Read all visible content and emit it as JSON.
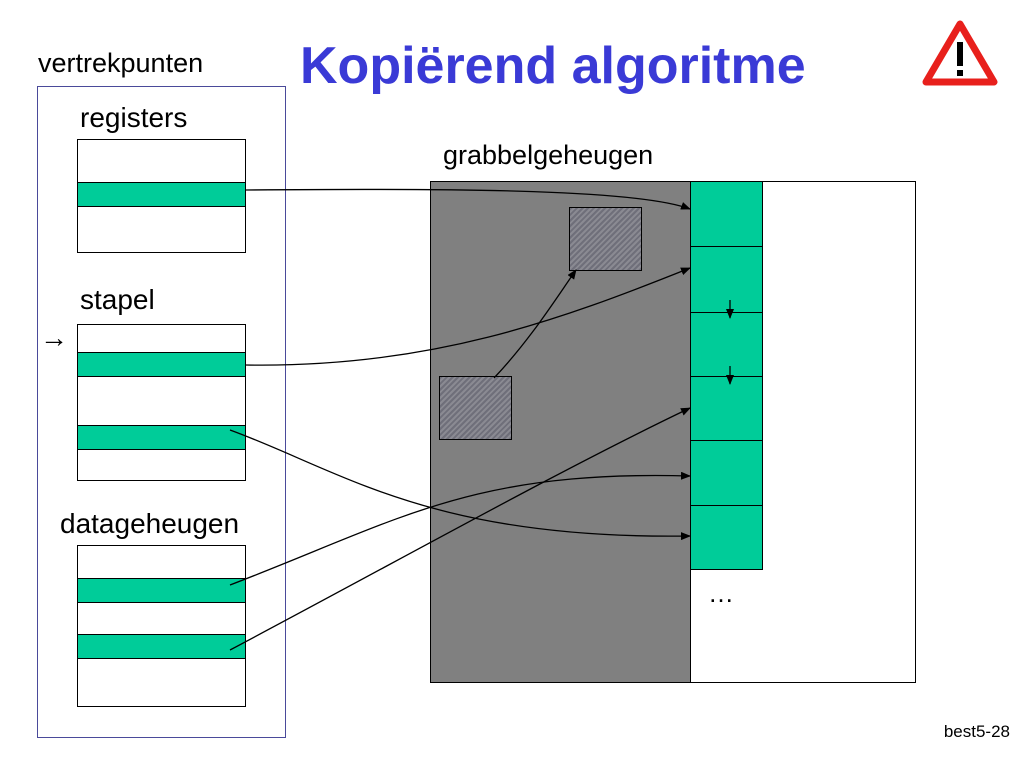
{
  "slide": {
    "title": "Kopiërend algoritme",
    "warning_icon": "warning-triangle-icon",
    "footer": "best5-28"
  },
  "roots": {
    "label": "vertrekpunten",
    "registers_label": "registers",
    "stack_label": "stapel",
    "stack_pointer_glyph": "→",
    "data_label": "datageheugen"
  },
  "heap": {
    "label": "grabbelgeheugen",
    "ellipsis": "…"
  },
  "colors": {
    "title": "#3a3ad6",
    "slot": "#00cc99",
    "from_space": "#808080",
    "frame": "#4a4a9a"
  }
}
